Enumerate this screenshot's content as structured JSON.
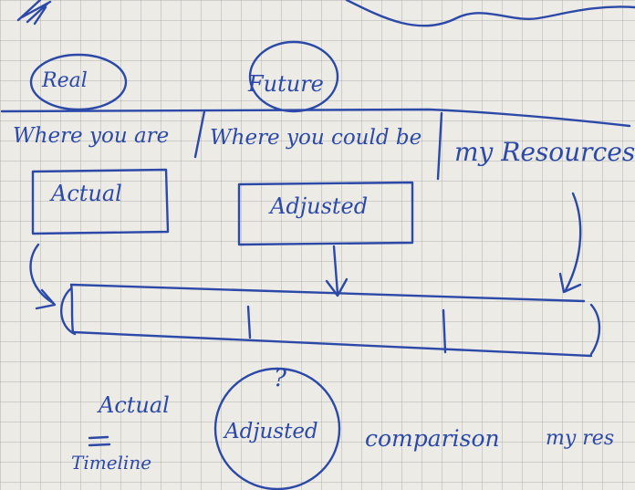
{
  "labels": {
    "real": "Real",
    "future": "Future",
    "where_you_are": "Where you are",
    "where_you_could_be": "Where you could be",
    "my_resources": "my Resources",
    "actual_box": "Actual",
    "adjusted_box": "Adjusted",
    "actual_bottom": "Actual",
    "timeline": "Timeline",
    "adjusted_bottom": "Adjusted",
    "comparison": "comparison",
    "my_res": "my res",
    "question_mark": "?"
  },
  "colors": {
    "ink": "#2c49a8",
    "paper": "#ecebe6",
    "grid": "#969696"
  }
}
